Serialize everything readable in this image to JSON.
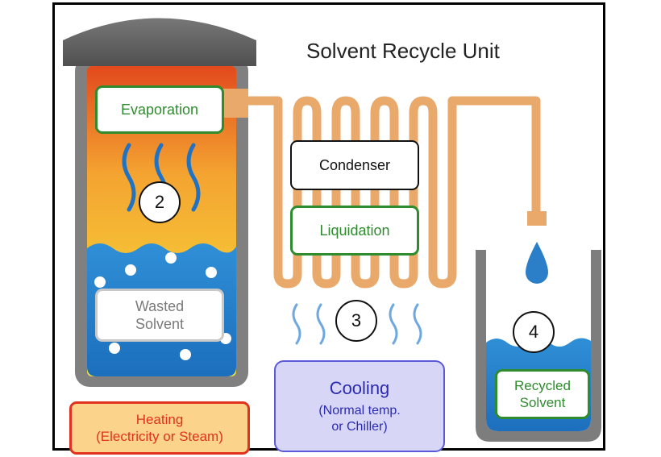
{
  "title": "Solvent Recycle Unit",
  "labels": {
    "evaporation": "Evaporation",
    "condenser": "Condenser",
    "liquidation": "Liquidation",
    "wasted_solvent_1": "Wasted",
    "wasted_solvent_2": "Solvent",
    "heating_1": "Heating",
    "heating_2": "(Electricity or Steam)",
    "cooling": "Cooling",
    "cooling_sub_1": "(Normal temp.",
    "cooling_sub_2": "or Chiller)",
    "recycled_1": "Recycled",
    "recycled_2": "Solvent"
  },
  "steps": {
    "two": "2",
    "three": "3",
    "four": "4"
  },
  "colors": {
    "green_border": "#2e8b2e",
    "green_text": "#2e8b2e",
    "pipe": "#e8a96a",
    "vessel_grey": "#7d7d7d",
    "lid": "#606060",
    "liquid_blue": "#2a7fc8",
    "heating_border": "#e0321e",
    "heating_fill": "#fbd38a",
    "cooling_border": "#5a5ad8",
    "cooling_fill": "#d8d6f7",
    "cooling_text": "#2b2bb0"
  }
}
